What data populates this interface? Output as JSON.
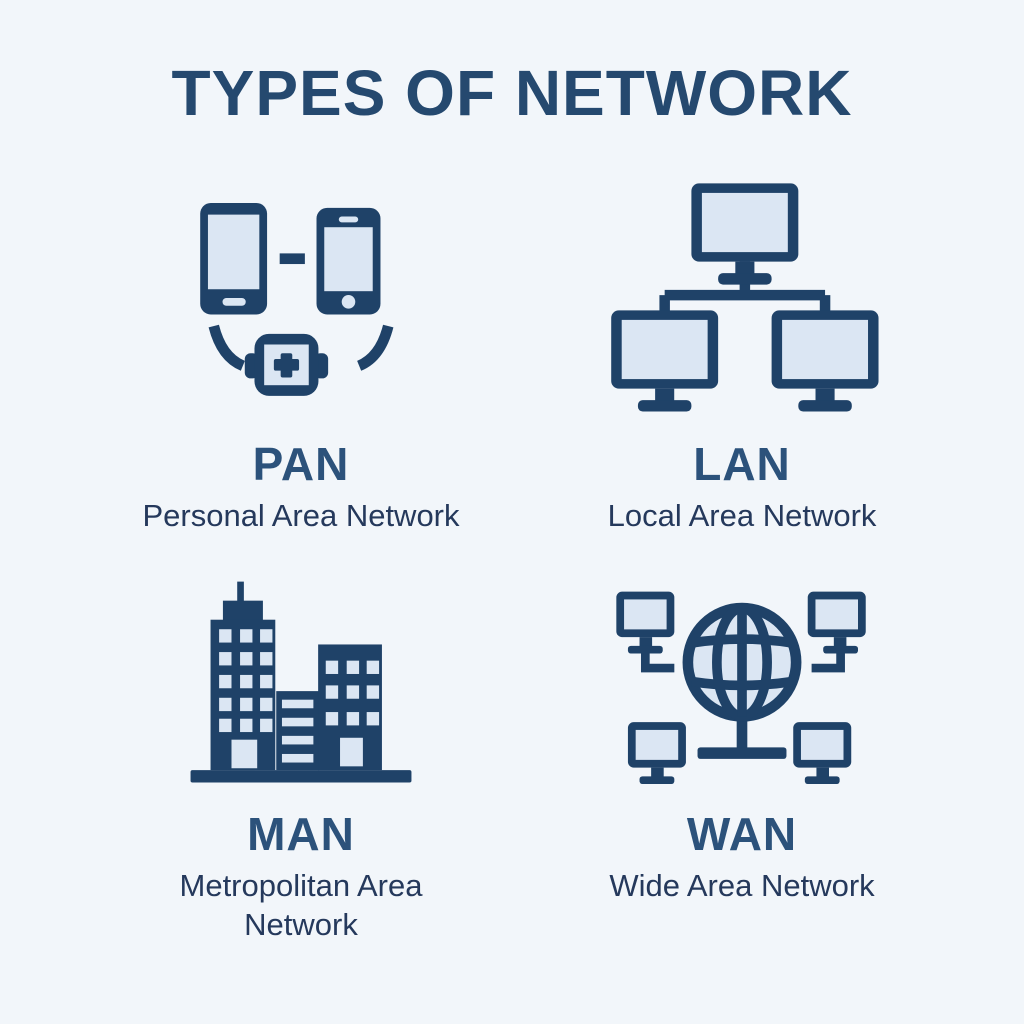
{
  "title": "TYPES OF NETWORK",
  "colors": {
    "background": "#f2f6fa",
    "primary": "#1f4268",
    "screen": "#dbe6f3",
    "title_color": "#25496f",
    "acronym_color": "#2c527b",
    "name_color": "#25395c"
  },
  "cards": [
    {
      "acronym": "PAN",
      "full_name": "Personal Area Network",
      "icon": "pan-devices-icon"
    },
    {
      "acronym": "LAN",
      "full_name": "Local Area Network",
      "icon": "lan-computers-icon"
    },
    {
      "acronym": "MAN",
      "full_name": "Metropolitan Area Network",
      "icon": "man-buildings-icon"
    },
    {
      "acronym": "WAN",
      "full_name": "Wide Area Network",
      "icon": "wan-globe-icon"
    }
  ]
}
